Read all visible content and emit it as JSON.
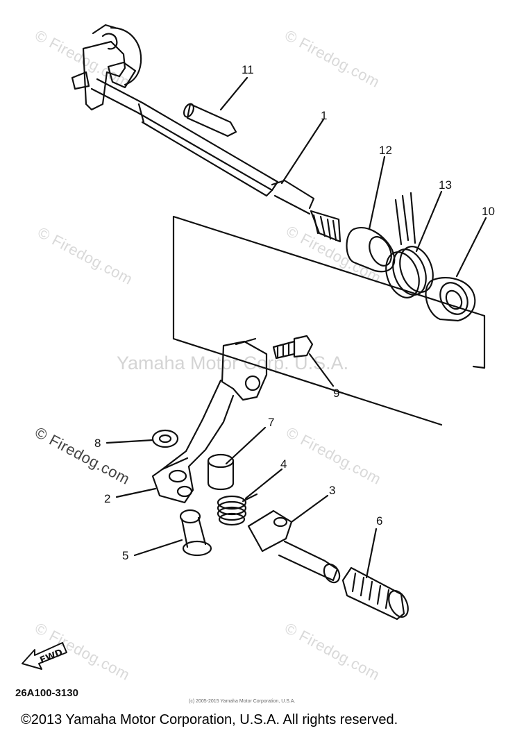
{
  "watermarks": {
    "firedog": "© Firedog.com",
    "center": "Yamaha Motor Corp. U.S.A."
  },
  "callouts": {
    "c1": "1",
    "c2": "2",
    "c3": "3",
    "c4": "4",
    "c5": "5",
    "c6": "6",
    "c7": "7",
    "c8": "8",
    "c9": "9",
    "c10": "10",
    "c11": "11",
    "c12": "12",
    "c13": "13"
  },
  "fwd_label": "FWD",
  "drawing_code": "26A100-3130",
  "small_copyright": "(c) 2005-2015 Yamaha Motor Corporation, U.S.A.",
  "footer_copyright": "©2013 Yamaha Motor Corporation, U.S.A. All rights reserved.",
  "colors": {
    "ink": "#111111",
    "watermark": "#d9d9d9"
  }
}
